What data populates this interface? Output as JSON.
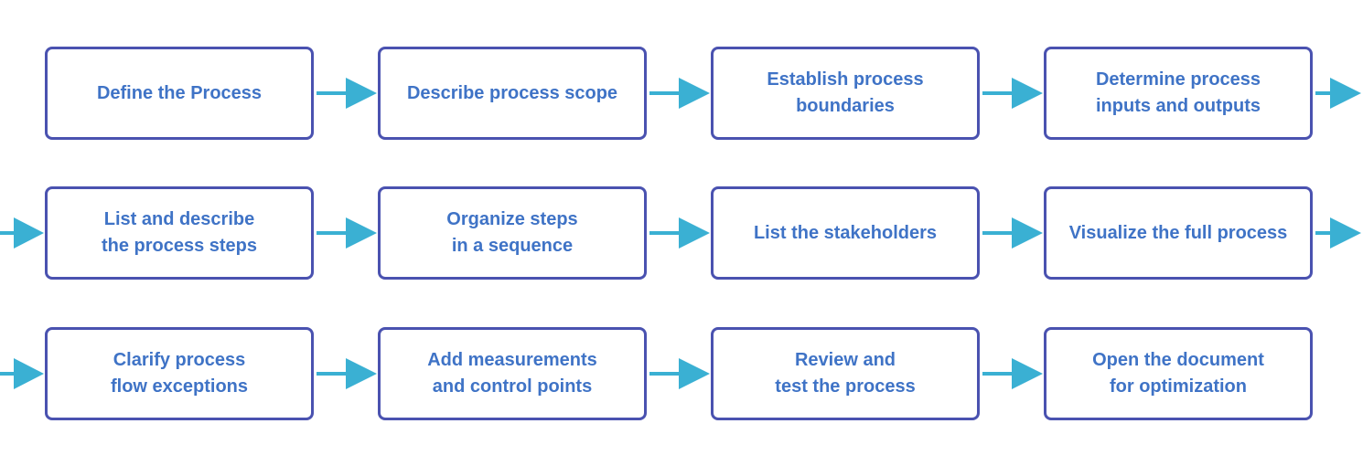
{
  "colors": {
    "box_border": "#4a52b0",
    "box_text": "#3f73c6",
    "arrow": "#3ab0d3",
    "background": "#ffffff"
  },
  "rows": [
    {
      "steps": [
        {
          "label": "Define the Process"
        },
        {
          "label": "Describe process scope"
        },
        {
          "label": "Establish process\nboundaries"
        },
        {
          "label": "Determine process\ninputs and outputs"
        }
      ]
    },
    {
      "steps": [
        {
          "label": "List and describe\nthe process steps"
        },
        {
          "label": "Organize steps\nin a sequence"
        },
        {
          "label": "List the stakeholders"
        },
        {
          "label": "Visualize the full process"
        }
      ]
    },
    {
      "steps": [
        {
          "label": "Clarify process\nflow exceptions"
        },
        {
          "label": "Add measurements\nand control points"
        },
        {
          "label": "Review and\ntest the process"
        },
        {
          "label": "Open the document\nfor optimization"
        }
      ]
    }
  ]
}
